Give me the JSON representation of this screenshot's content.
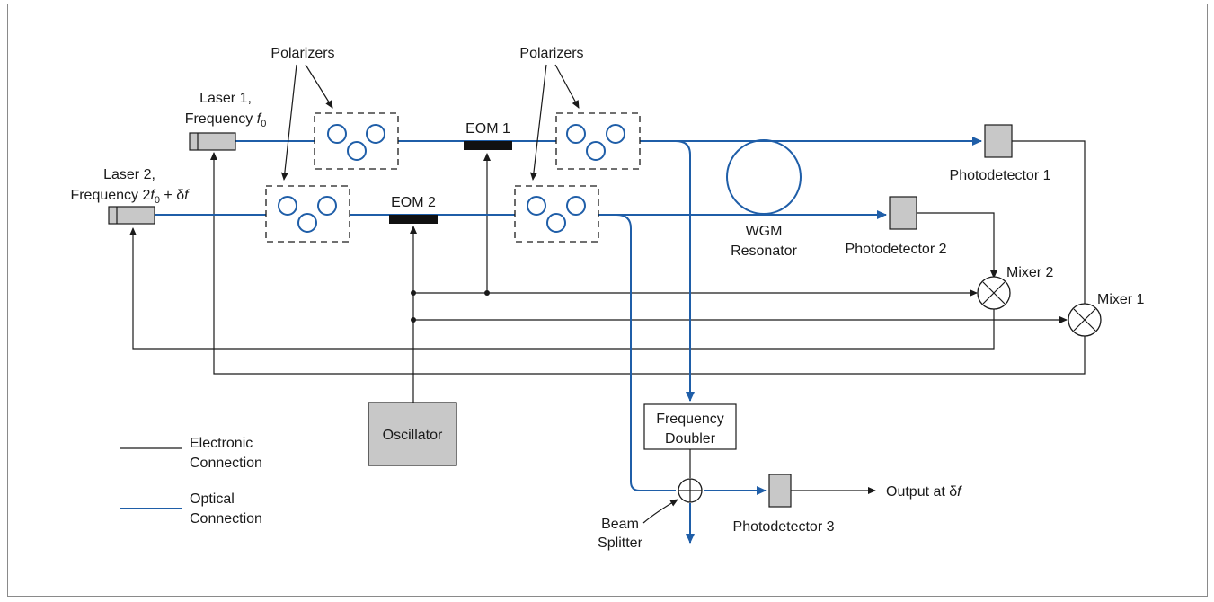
{
  "labels": {
    "polarizers_left": "Polarizers",
    "polarizers_right": "Polarizers",
    "laser1_line1": "Laser 1,",
    "laser1_line2_prefix": "Frequency ",
    "laser1_f": "f",
    "laser1_sub": "0",
    "laser2_line1": "Laser 2,",
    "laser2_line2_prefix": "Frequency 2",
    "laser2_f": "f",
    "laser2_sub": "0",
    "laser2_suffix": " + δ",
    "laser2_suffix_f": "f",
    "eom1": "EOM 1",
    "eom2": "EOM 2",
    "wgm_line1": "WGM",
    "wgm_line2": "Resonator",
    "photodetector1": "Photodetector 1",
    "photodetector2": "Photodetector 2",
    "photodetector3": "Photodetector 3",
    "mixer1": "Mixer 1",
    "mixer2": "Mixer 2",
    "oscillator": "Oscillator",
    "doubler_line1": "Frequency",
    "doubler_line2": "Doubler",
    "beam_line1": "Beam",
    "beam_line2": "Splitter",
    "output_prefix": "Output at δ",
    "output_f": "f",
    "legend_electronic_line1": "Electronic",
    "legend_electronic_line2": "Connection",
    "legend_optical_line1": "Optical",
    "legend_optical_line2": "Connection"
  },
  "colors": {
    "optical": "#1f5ea8",
    "electronic": "#1a1a1a",
    "component_fill": "#c8c8c8",
    "eom_fill": "#111111"
  }
}
